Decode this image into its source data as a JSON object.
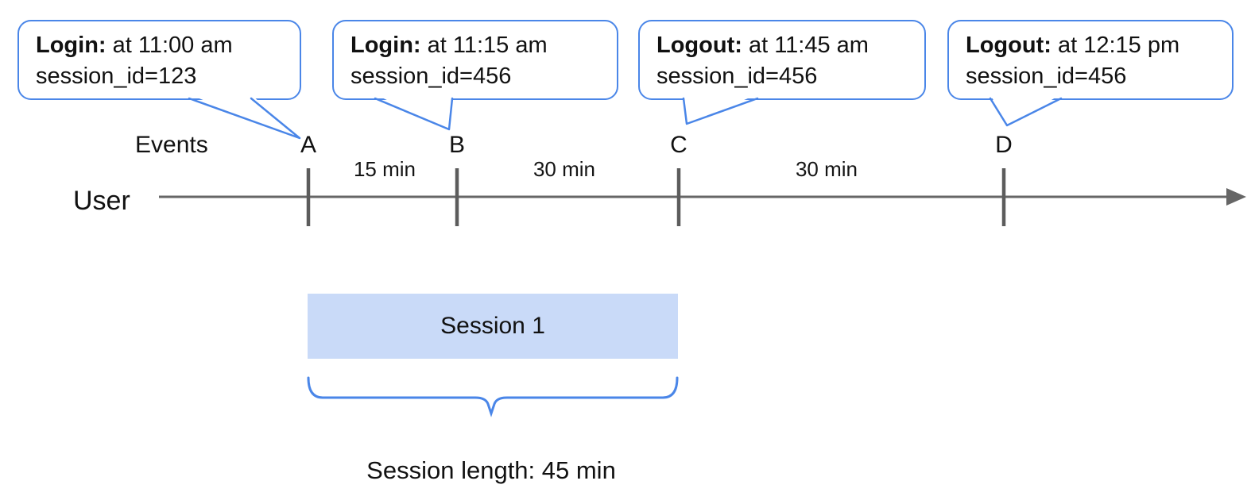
{
  "callouts": [
    {
      "title": "Login:",
      "time": " at 11:00 am",
      "session": "session_id=123"
    },
    {
      "title": "Login:",
      "time": " at 11:15 am",
      "session": "session_id=456"
    },
    {
      "title": "Logout:",
      "time": " at 11:45 am",
      "session": "session_id=456"
    },
    {
      "title": "Logout:",
      "time": " at 12:15 pm",
      "session": "session_id=456"
    }
  ],
  "timeline": {
    "events_label": "Events",
    "user_label": "User",
    "events": [
      "A",
      "B",
      "C",
      "D"
    ],
    "intervals": [
      "15 min",
      "30 min",
      "30 min"
    ]
  },
  "session": {
    "box_label": "Session 1",
    "length_label": "Session length: 45 min"
  },
  "colors": {
    "accent_blue": "#4a86e8",
    "session_fill": "#c9daf8",
    "axis_gray": "#666666",
    "tick_gray": "#5c5c5c"
  }
}
